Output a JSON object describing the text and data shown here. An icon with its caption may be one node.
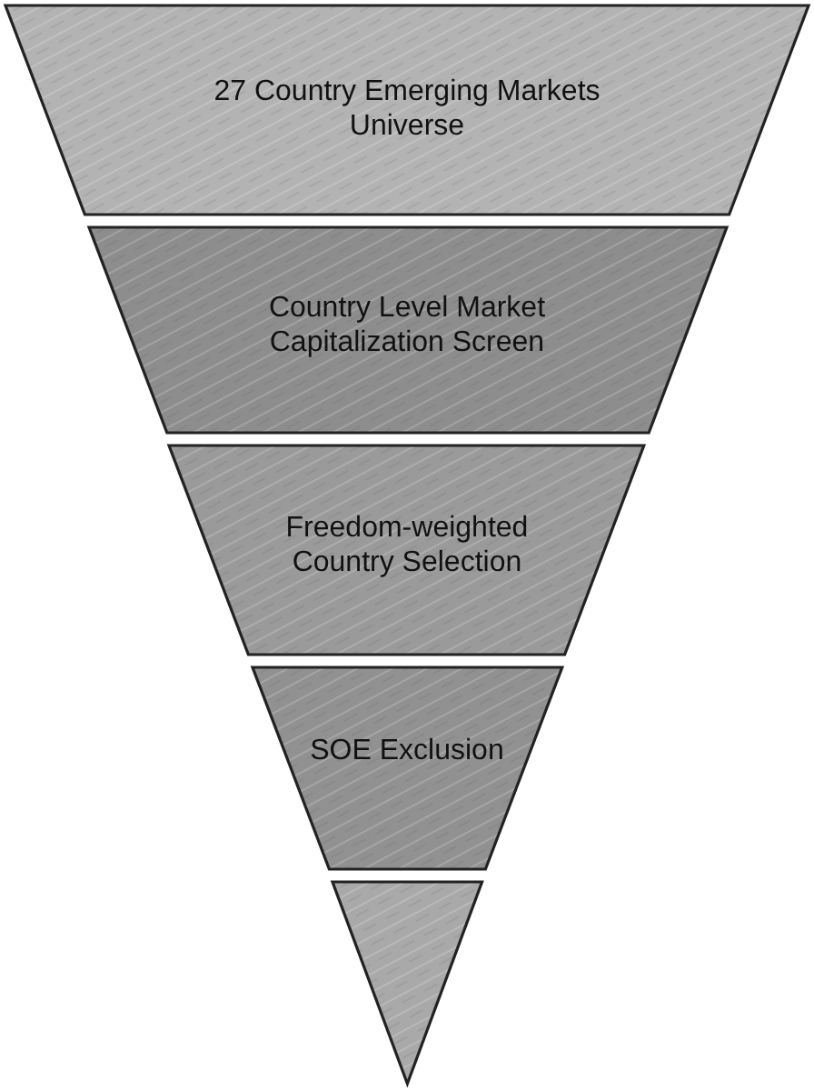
{
  "diagram": {
    "nodes": [
      {
        "text": [
          "27 Country Emerging Markets Universe"
        ]
      },
      {
        "text": [
          "Country Level Market Capitalization Screen"
        ]
      },
      {
        "text": [
          "Freedom-weighted Country Selection"
        ]
      },
      {
        "text": [
          "SOE Exclusion"
        ]
      },
      {
        "text": [],
        "shape": "triangle"
      }
    ]
  }
}
